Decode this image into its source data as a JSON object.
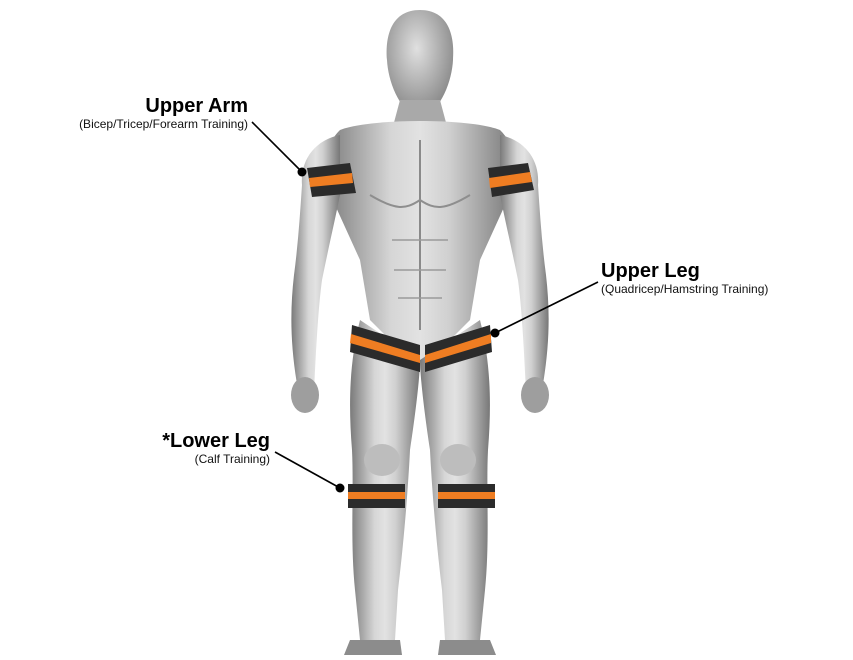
{
  "labels": {
    "upper_arm": {
      "title": "Upper Arm",
      "subtitle": "(Bicep/Tricep/Forearm Training)"
    },
    "upper_leg": {
      "title": "Upper Leg",
      "subtitle": "(Quadricep/Hamstring  Training)"
    },
    "lower_leg": {
      "title": "*Lower Leg",
      "subtitle": "(Calf Training)"
    }
  },
  "colors": {
    "band_dark": "#2b2b2b",
    "band_accent": "#ef7d22",
    "body_light": "#cfcfcf",
    "body_dark": "#6e6e6e",
    "leader": "#000000"
  },
  "icons": {
    "figure": "muscular-human-figure-icon"
  }
}
